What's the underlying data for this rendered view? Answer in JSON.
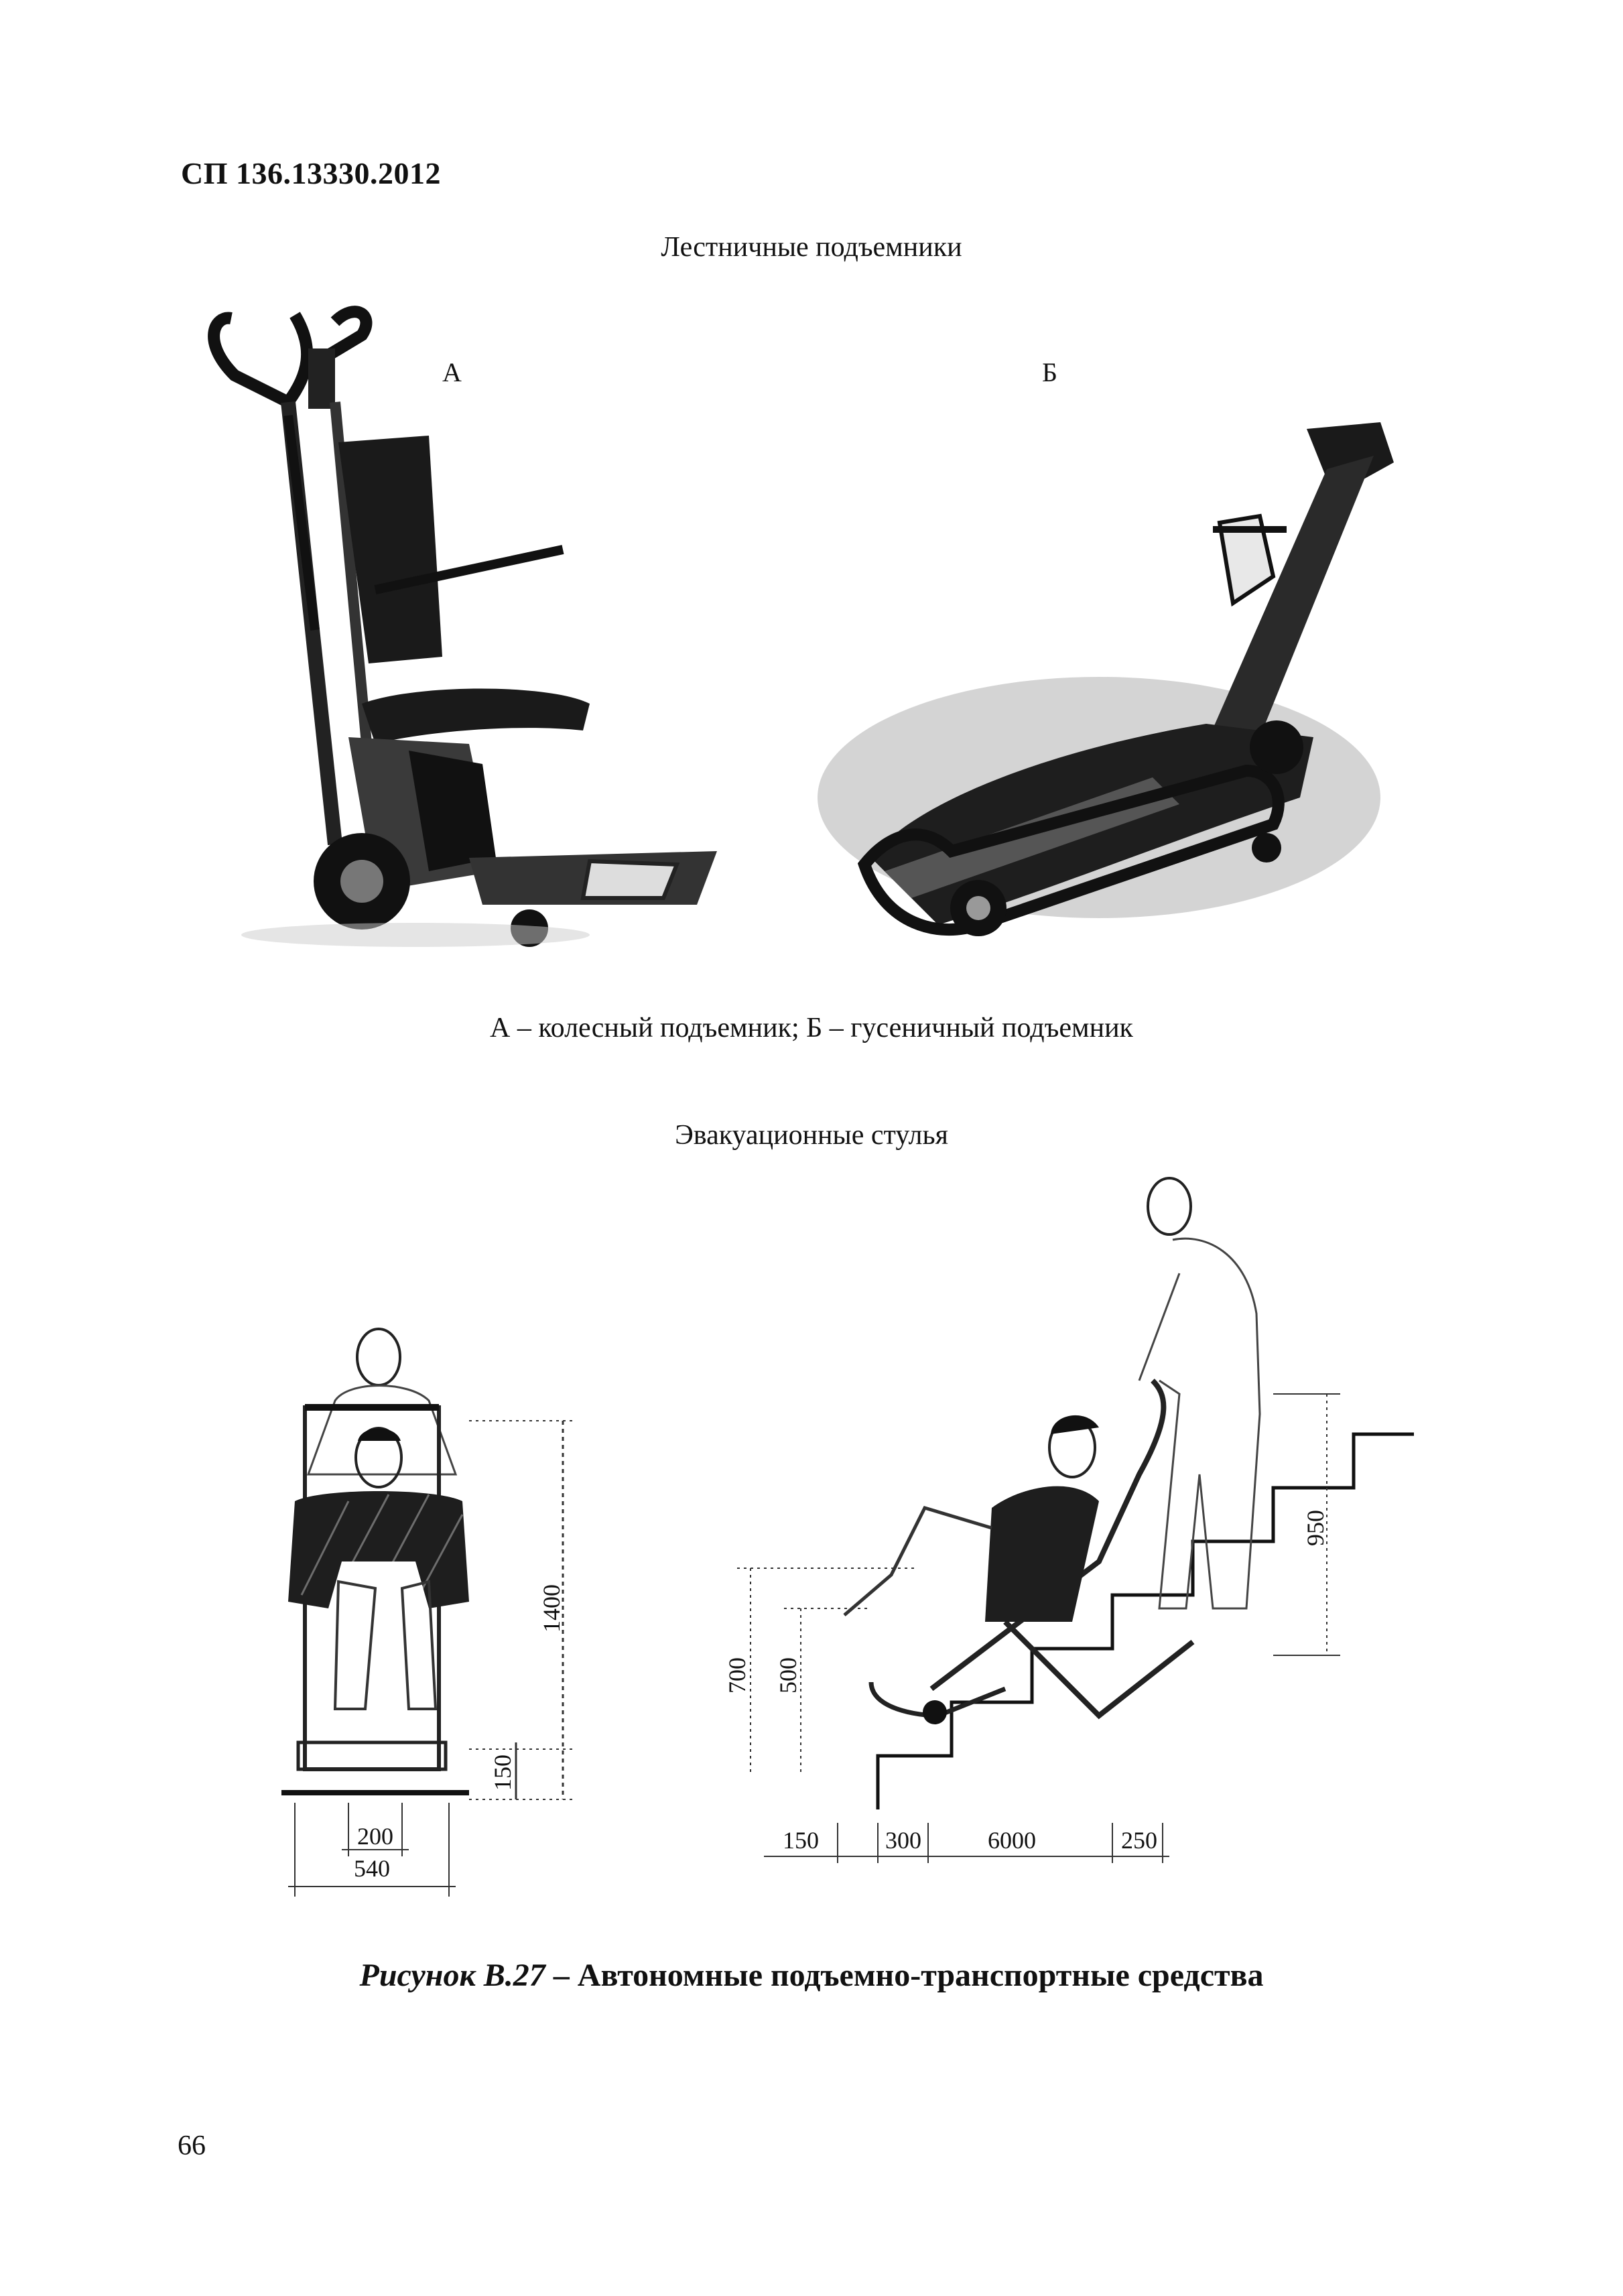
{
  "header": {
    "doc_code": "СП 136.13330.2012"
  },
  "section1": {
    "title": "Лестничные подъемники",
    "label_a": "А",
    "label_b": "Б",
    "caption": "А – колесный подъемник; Б – гусеничный подъемник"
  },
  "section2": {
    "title": "Эвакуационные стулья",
    "front_view": {
      "dim_height": "1400",
      "dim_base": "150",
      "dim_width_inner": "200",
      "dim_width_outer": "540"
    },
    "side_view": {
      "dim_seat_700": "700",
      "dim_seat_500": "500",
      "dim_950": "950",
      "dim_150": "150",
      "dim_300": "300",
      "dim_6000": "6000",
      "dim_250": "250"
    }
  },
  "figure": {
    "number": "Рисунок В.27",
    "dash": " – ",
    "title": "Автономные подъемно-транспортные средства"
  },
  "footer": {
    "page_number": "66"
  }
}
